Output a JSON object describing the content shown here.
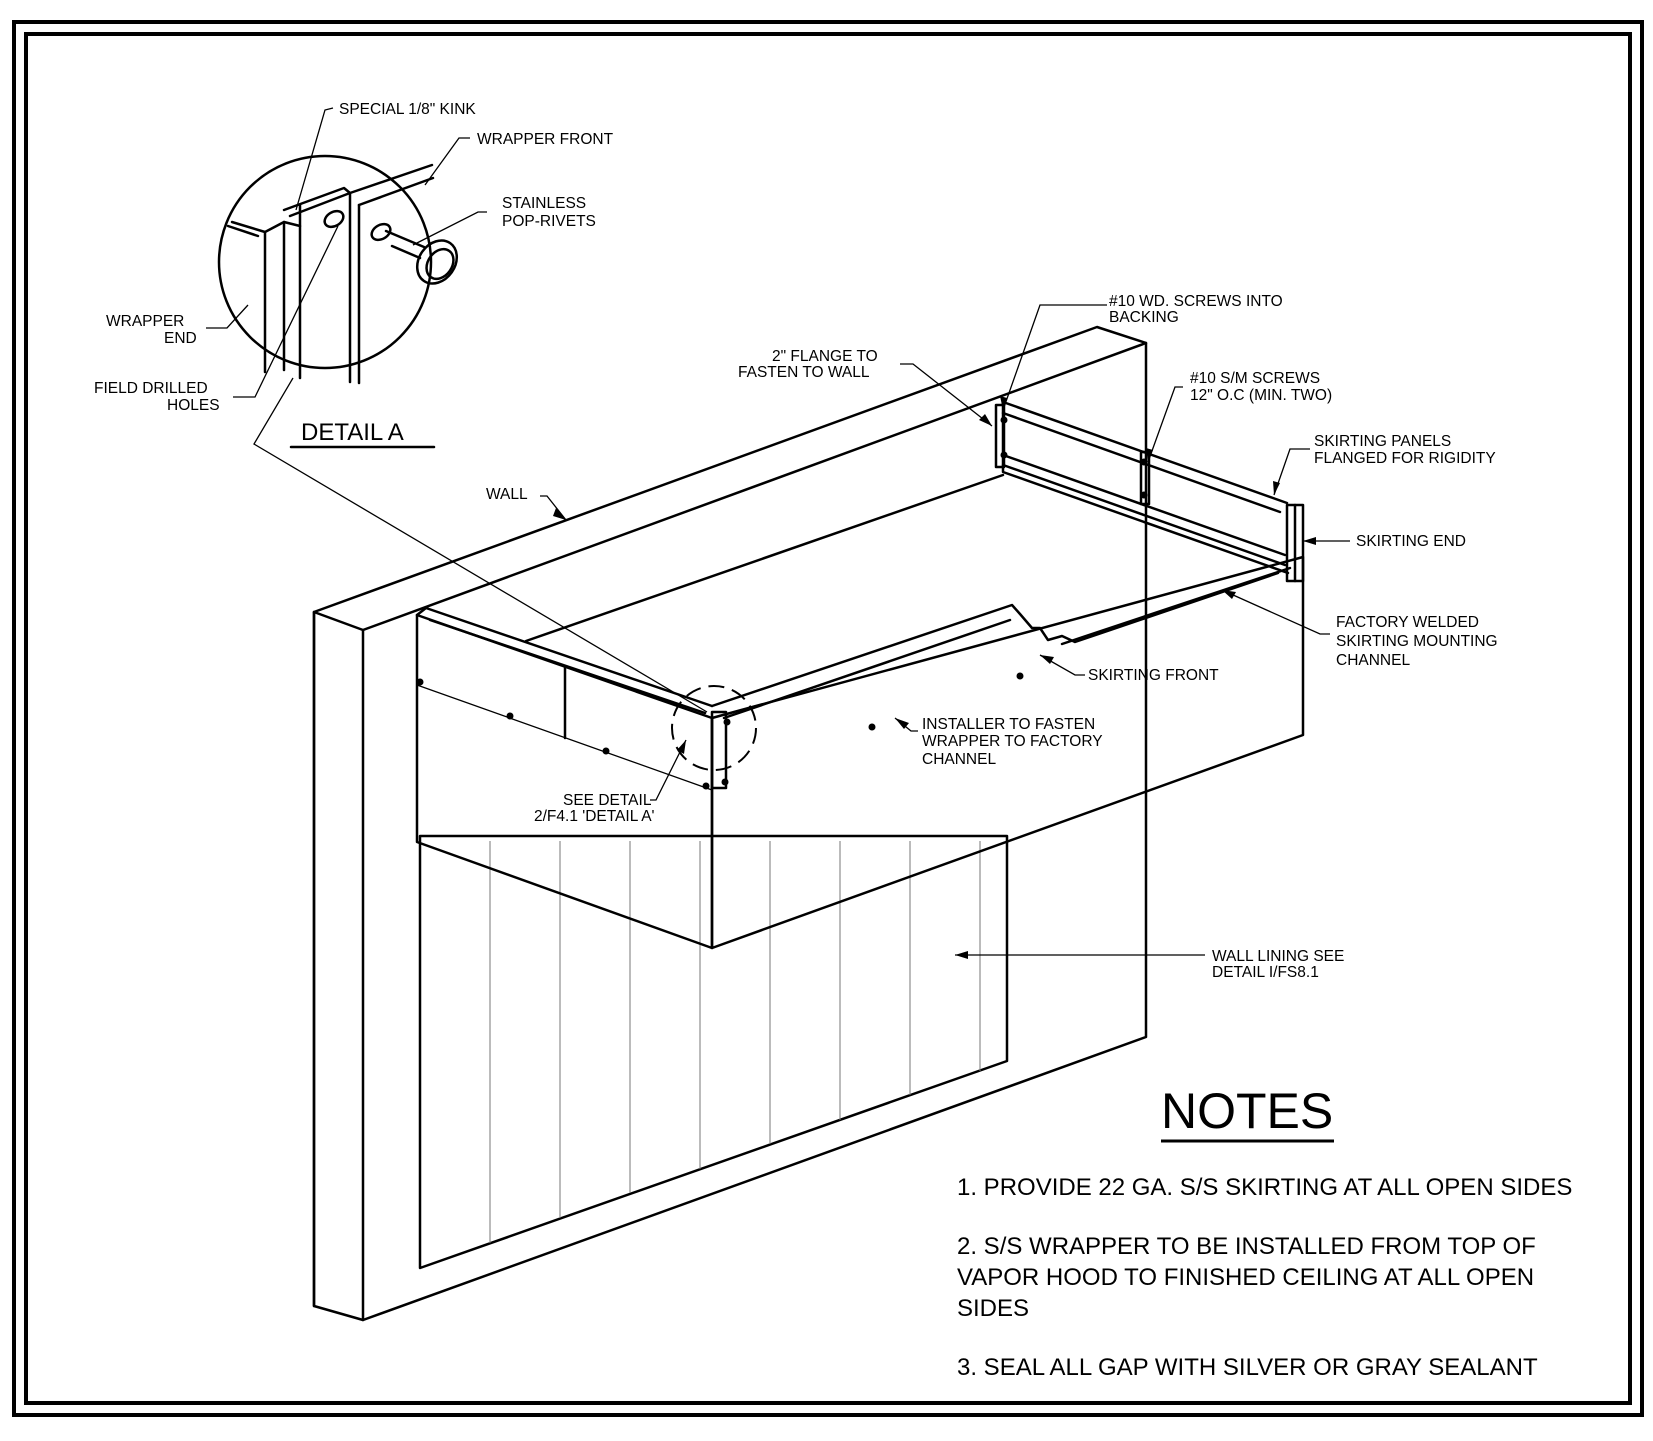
{
  "detail": {
    "title": "DETAIL A",
    "labels": {
      "kink": "SPECIAL 1/8\" KINK",
      "front": "WRAPPER FRONT",
      "rivets_1": "STAINLESS",
      "rivets_2": "POP-RIVETS",
      "end_1": "WRAPPER",
      "end_2": "END",
      "holes_1": "FIELD DRILLED",
      "holes_2": "HOLES"
    }
  },
  "callouts": {
    "wall": "WALL",
    "screws_wd_1": "#10 WD. SCREWS INTO",
    "screws_wd_2": "BACKING",
    "flange_1": "2\" FLANGE TO",
    "flange_2": "FASTEN TO WALL",
    "screws_sm_1": "#10 S/M SCREWS",
    "screws_sm_2": "12\" O.C (MIN. TWO)",
    "panels_1": "SKIRTING PANELS",
    "panels_2": "FLANGED FOR RIGIDITY",
    "skirt_end": "SKIRTING END",
    "channel_1": "FACTORY WELDED",
    "channel_2": "SKIRTING MOUNTING",
    "channel_3": "CHANNEL",
    "skirt_front": "SKIRTING FRONT",
    "installer_1": "INSTALLER TO FASTEN",
    "installer_2": "WRAPPER TO  FACTORY",
    "installer_3": "CHANNEL",
    "see_detail_1": "SEE DETAIL",
    "see_detail_2": "2/F4.1 'DETAIL A'",
    "lining_1": "WALL LINING SEE",
    "lining_2": "DETAIL I/FS8.1"
  },
  "notes": {
    "heading": "NOTES",
    "n1": "1. PROVIDE 22 GA. S/S SKIRTING AT ALL OPEN SIDES",
    "n2_1": "2. S/S WRAPPER TO BE INSTALLED FROM TOP OF",
    "n2_2": "VAPOR HOOD TO FINISHED CEILING AT ALL OPEN",
    "n2_3": "SIDES",
    "n3": "3. SEAL ALL GAP WITH SILVER OR GRAY SEALANT"
  }
}
